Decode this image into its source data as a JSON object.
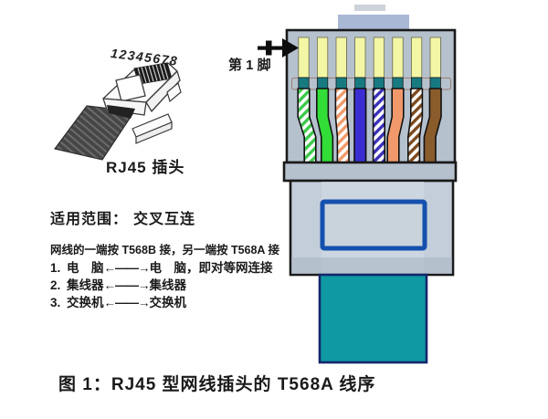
{
  "figure": {
    "caption": "图 1：RJ45 型网线插头的 T568A 线序"
  },
  "plug_drawing": {
    "pin_numbers": "12345678",
    "label": "RJ45 插头"
  },
  "connector": {
    "pin1_label": "第 1 脚",
    "standard": "T568A",
    "wires": [
      {
        "pin": 1,
        "color_name": "white-green",
        "type": "striped",
        "hex": "#3cc94a"
      },
      {
        "pin": 2,
        "color_name": "green",
        "type": "solid",
        "hex": "#33dd38"
      },
      {
        "pin": 3,
        "color_name": "white-orange",
        "type": "striped",
        "hex": "#f09a6a"
      },
      {
        "pin": 4,
        "color_name": "blue",
        "type": "solid",
        "hex": "#3a2ed2"
      },
      {
        "pin": 5,
        "color_name": "white-blue",
        "type": "striped",
        "hex": "#3a30ba"
      },
      {
        "pin": 6,
        "color_name": "orange",
        "type": "solid",
        "hex": "#f1996a"
      },
      {
        "pin": 7,
        "color_name": "white-brown",
        "type": "striped",
        "hex": "#7c4a1e"
      },
      {
        "pin": 8,
        "color_name": "brown",
        "type": "solid",
        "hex": "#8a5c2c"
      }
    ],
    "colors": {
      "body": "#b5c1cd",
      "tab": "#a9b8d4",
      "lower_body": "#c4ceda",
      "lower_body_light": "#d0dae3",
      "lower_body_shadow": "#aab5c2",
      "pin_contact": "#f2f6a5",
      "pin_band": "#187a81",
      "cable": "#0f99a2",
      "cable_edge": "#14276b",
      "latch_outline": "#1450ae",
      "latch_fill": "#c9d3dc",
      "outline": "#1a1a1a",
      "bracket_line": "#9c7e70"
    }
  },
  "notes": {
    "heading_label": "适用范围：",
    "heading_value": "交叉互连",
    "line1": "网线的一端按 T568B 接，另一端按 T568A 接",
    "items": [
      {
        "num": "1.",
        "left": "电　脑",
        "arrow": "←——→",
        "right": "电　脑，即对等网连接"
      },
      {
        "num": "2.",
        "left": "集线器",
        "arrow": "←——→",
        "right": "集线器"
      },
      {
        "num": "3.",
        "left": "交换机",
        "arrow": "←——→",
        "right": "交换机"
      }
    ]
  }
}
